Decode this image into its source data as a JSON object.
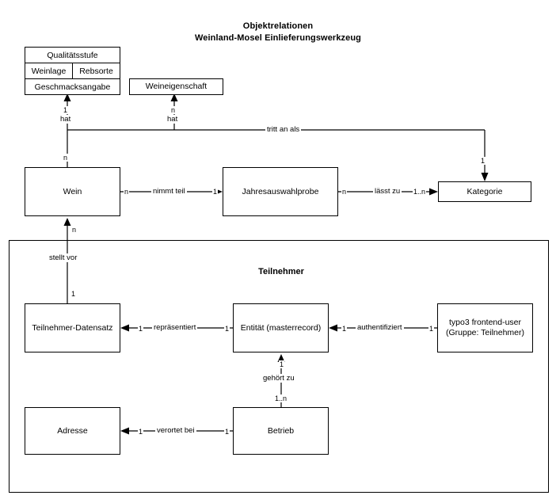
{
  "title": {
    "line1": "Objektrelationen",
    "line2": "Weinland-Mosel Einlieferungswerkzeug"
  },
  "entities": {
    "wein_attributes": {
      "row1": "Qualitätsstufe",
      "row2_left": "Weinlage",
      "row2_right": "Rebsorte",
      "row3": "Geschmacksangabe"
    },
    "weineigenschaft": "Weineigenschaft",
    "wein": "Wein",
    "jahresauswahlprobe": "Jahresauswahlprobe",
    "kategorie": "Kategorie",
    "teilnehmer_datensatz": "Teilnehmer-Datensatz",
    "entitaet_line1": "Entität (masterrecord)",
    "typo3_line1": "typo3 frontend-user",
    "typo3_line2": "(Gruppe: Teilnehmer)",
    "adresse": "Adresse",
    "betrieb": "Betrieb"
  },
  "groups": {
    "teilnehmer_title": "Teilnehmer"
  },
  "relations": {
    "hat_left": "hat",
    "hat_right": "hat",
    "tritt_an_als": "tritt an als",
    "nimmt_teil": "nimmt teil",
    "laesst_zu": "lässt zu",
    "stellt_vor": "stellt vor",
    "repraesentiert": "repräsentiert",
    "authentifiziert": "authentifiziert",
    "gehoert_zu": "gehört zu",
    "verortet_bei": "verortet bei"
  },
  "cardinalities": {
    "hat_left_top": "1",
    "hat_left_bottom": "n",
    "hat_right_top": "n",
    "tritt_an_als_right": "1",
    "wein_to_probe_src": "n",
    "wein_to_probe_dst": "1",
    "probe_to_kat_src": "n",
    "probe_to_kat_dst": "1..n",
    "stellt_vor_top": "n",
    "stellt_vor_bottom": "1",
    "repraesentiert_left": "1",
    "repraesentiert_right": "1",
    "auth_left": "1",
    "auth_right": "1",
    "gehoert_zu_top": "1",
    "gehoert_zu_bottom": "1..n",
    "verortet_left": "1",
    "verortet_right": "1"
  },
  "colors": {
    "stroke": "#000000",
    "background": "#ffffff"
  }
}
